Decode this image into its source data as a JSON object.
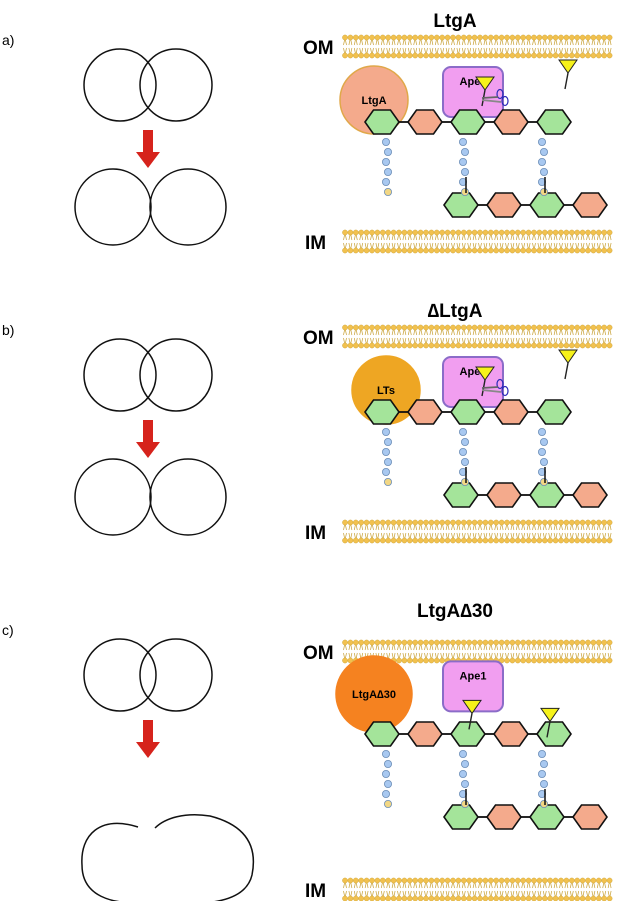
{
  "panels": [
    {
      "label": "a)",
      "title": "LtgA",
      "om": "OM",
      "im": "IM",
      "enzyme": {
        "label": "LtgA",
        "color": "#f4aa8c",
        "stroke": "#e0a84a"
      },
      "ape1": "Ape1",
      "daughter_cells": "separated"
    },
    {
      "label": "b)",
      "title": "∆LtgA",
      "om": "OM",
      "im": "IM",
      "enzyme": {
        "label": "LTs",
        "color": "#eea623",
        "stroke": "#eea623"
      },
      "ape1": "Ape1",
      "daughter_cells": "separated"
    },
    {
      "label": "c)",
      "title": "LtgA∆30",
      "om": "OM",
      "im": "IM",
      "enzyme": {
        "label": "LtgA∆30",
        "color": "#f58220",
        "stroke": "#f58220"
      },
      "ape1": "Ape1",
      "daughter_cells": "fused"
    }
  ],
  "colors": {
    "arrow": "#d6231c",
    "lipid_head": "#f2c14e",
    "nag": "#a4e49a",
    "nam": "#f4aa8c",
    "peptide": "#a8c8f0",
    "peptide_dap": "#f2d784",
    "ape1_fill": "#f19ef0",
    "ape1_stroke": "#8b6cc8",
    "acetyl_flag": "#f6f21a"
  }
}
